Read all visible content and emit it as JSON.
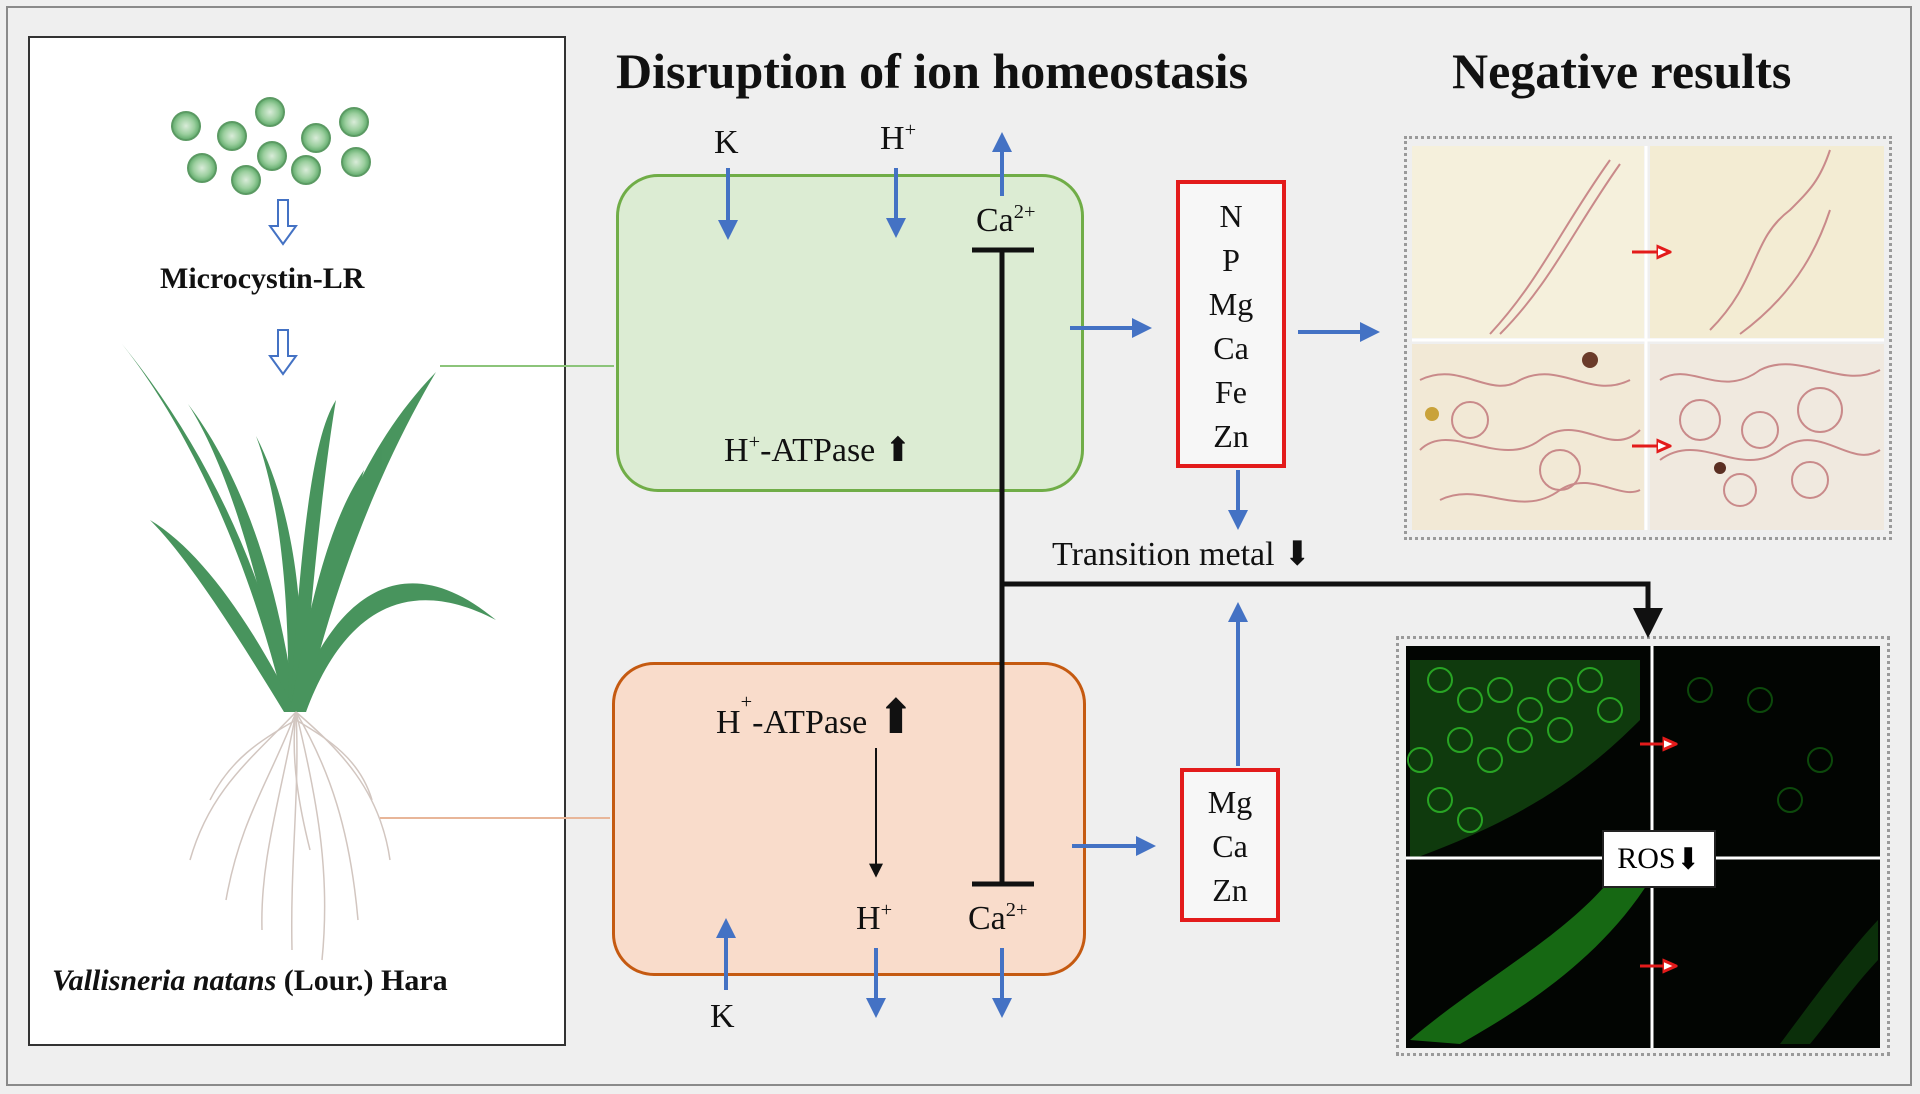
{
  "titles": {
    "middle": "Disruption of ion homeostasis",
    "right": "Negative results"
  },
  "left_panel": {
    "toxin_label": "Microcystin-LR",
    "species_italic": "Vallisneria natans",
    "species_author": " (Lour.) Hara"
  },
  "leaf_cell": {
    "influx": [
      "K",
      "H"
    ],
    "efflux": "Ca",
    "pump_label": "H",
    "pump_suffix": "-ATPase",
    "pump_arrow": "⬆",
    "elements": [
      "N",
      "P",
      "Mg",
      "Ca",
      "Fe",
      "Zn"
    ]
  },
  "root_cell": {
    "pump_label": "H",
    "pump_suffix": "-ATPase",
    "pump_arrow": "⬆",
    "proton": "H",
    "calcium": "Ca",
    "influx": "K",
    "elements": [
      "Mg",
      "Ca",
      "Zn"
    ]
  },
  "superscripts": {
    "proton": "+",
    "calcium": "2+"
  },
  "center": {
    "transition_label": "Transition metal",
    "down_arrow": "⬇"
  },
  "ros": {
    "label": "ROS",
    "arrow": "⬇"
  },
  "colors": {
    "arrow_blue": "#4472c4",
    "leaf_fill": "#dcecd3",
    "leaf_border": "#70ad47",
    "root_fill": "#f9dccb",
    "root_border": "#c55a11",
    "red": "#e31b1b",
    "plant_green": "#3f8f55",
    "fluor_green": "#1fa51a"
  }
}
